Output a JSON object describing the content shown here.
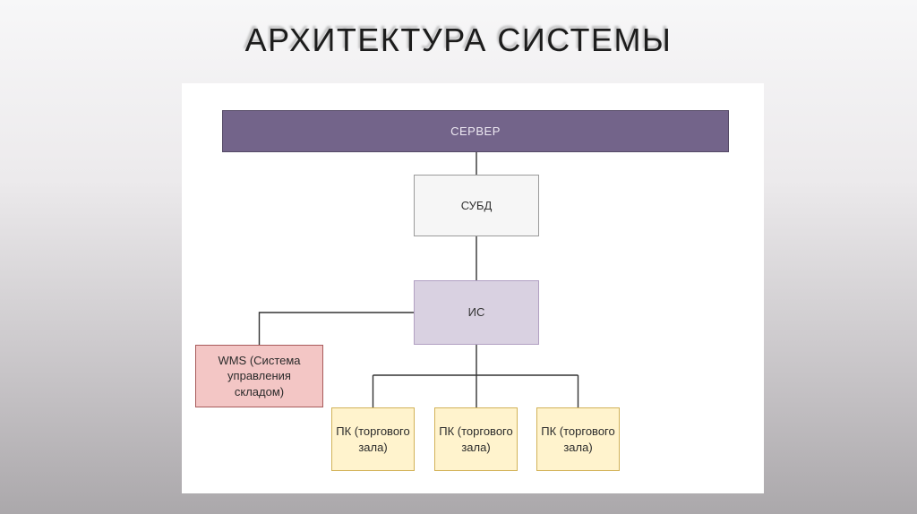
{
  "title": "АРХИТЕКТУРА СИСТЕМЫ",
  "diagram": {
    "nodes": [
      {
        "id": "server",
        "label": "СЕРВЕР",
        "fill": "#73648a",
        "border": "#554a66",
        "text_color": "#ede9f2"
      },
      {
        "id": "subd",
        "label": "СУБД",
        "fill": "#f6f6f6",
        "border": "#9b9b9b",
        "text_color": "#333333"
      },
      {
        "id": "is",
        "label": "ИС",
        "fill": "#d9d1e1",
        "border": "#b1a0c2",
        "text_color": "#333333"
      },
      {
        "id": "wms",
        "label": "WMS (Система управления складом)",
        "fill": "#f3c6c5",
        "border": "#a85b5b",
        "text_color": "#2b2b2b"
      },
      {
        "id": "pc1",
        "label": "ПК (торгового зала)",
        "fill": "#fff3cd",
        "border": "#d2b258",
        "text_color": "#2b2b2b"
      },
      {
        "id": "pc2",
        "label": "ПК (торгового зала)",
        "fill": "#fff3cd",
        "border": "#d2b258",
        "text_color": "#2b2b2b"
      },
      {
        "id": "pc3",
        "label": "ПК (торгового зала)",
        "fill": "#fff3cd",
        "border": "#d2b258",
        "text_color": "#2b2b2b"
      }
    ],
    "edges": [
      {
        "from": "server",
        "to": "subd"
      },
      {
        "from": "subd",
        "to": "is"
      },
      {
        "from": "is",
        "to": "wms"
      },
      {
        "from": "is",
        "to": "pc1"
      },
      {
        "from": "is",
        "to": "pc2"
      },
      {
        "from": "is",
        "to": "pc3"
      }
    ],
    "line_color": "#333333"
  }
}
